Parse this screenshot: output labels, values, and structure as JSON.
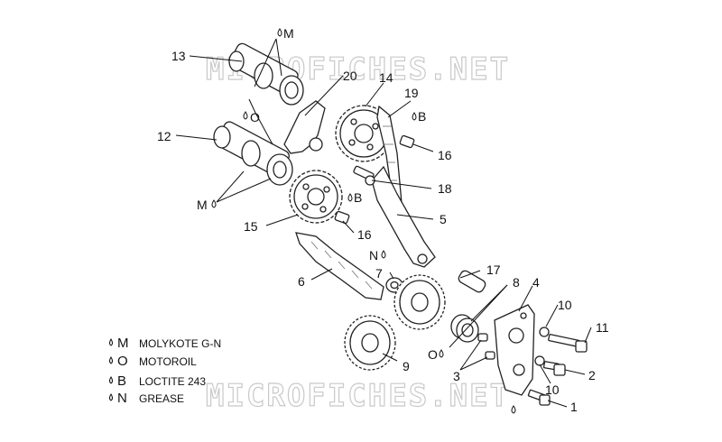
{
  "watermark": "MICROFICHES.NET",
  "callouts": [
    {
      "id": "c13",
      "text": "13"
    },
    {
      "id": "c12",
      "text": "12"
    },
    {
      "id": "c20",
      "text": "20"
    },
    {
      "id": "c14",
      "text": "14"
    },
    {
      "id": "c19",
      "text": "19"
    },
    {
      "id": "c16a",
      "text": "16"
    },
    {
      "id": "c18",
      "text": "18"
    },
    {
      "id": "c5",
      "text": "5"
    },
    {
      "id": "c15",
      "text": "15"
    },
    {
      "id": "c16b",
      "text": "16"
    },
    {
      "id": "c6",
      "text": "6"
    },
    {
      "id": "c7",
      "text": "7"
    },
    {
      "id": "c17",
      "text": "17"
    },
    {
      "id": "c8",
      "text": "8"
    },
    {
      "id": "c4",
      "text": "4"
    },
    {
      "id": "c10a",
      "text": "10"
    },
    {
      "id": "c11",
      "text": "11"
    },
    {
      "id": "c2",
      "text": "2"
    },
    {
      "id": "c3",
      "text": "3"
    },
    {
      "id": "c9",
      "text": "9"
    },
    {
      "id": "c10b",
      "text": "10"
    },
    {
      "id": "c1",
      "text": "1"
    }
  ],
  "markers": [
    {
      "id": "mM1",
      "text": "M"
    },
    {
      "id": "mO1",
      "text": "O"
    },
    {
      "id": "mM2",
      "text": "M"
    },
    {
      "id": "mB1",
      "text": "B"
    },
    {
      "id": "mB2",
      "text": "B"
    },
    {
      "id": "mN",
      "text": "N"
    },
    {
      "id": "mO2",
      "text": "O"
    }
  ],
  "legend": [
    {
      "key": "M",
      "label": "MOLYKOTE G-N"
    },
    {
      "key": "O",
      "label": "MOTOROIL"
    },
    {
      "key": "B",
      "label": "LOCTITE 243"
    },
    {
      "key": "N",
      "label": "GREASE"
    }
  ],
  "icons": {
    "drop": "lubricant-drop-icon"
  }
}
